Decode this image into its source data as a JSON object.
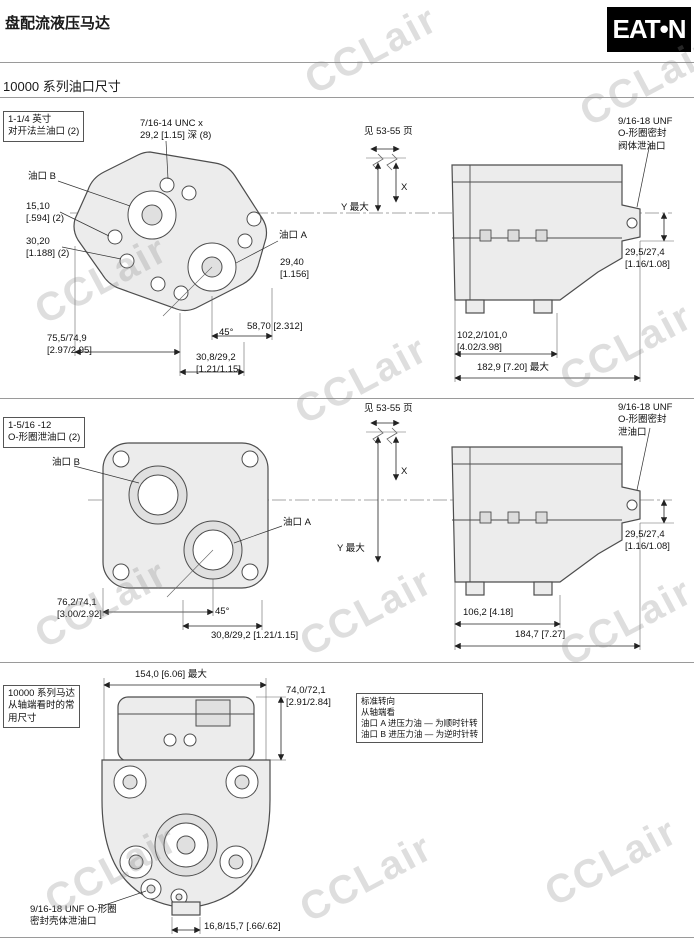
{
  "header": {
    "title": "盘配流液压马达",
    "logo": "EAT•N"
  },
  "section_title": "10000 系列油口尺寸",
  "watermark": "CCLair",
  "s1": {
    "callout": "1-1/4 英寸\n对开法兰油口 (2)",
    "unc_note": "7/16-14 UNC x\n29,2 [1.15] 深 (8)",
    "see_pages": "见 53-55 页",
    "drain_note": "9/16-18 UNF\nO-形圈密封\n阀体泄油口",
    "port_b": "油口 B",
    "dim_15_10": "15,10\n[.594] (2)",
    "dim_30_20": "30,20\n[1.188] (2)",
    "port_a": "油口 A",
    "dim_29_40": "29,40\n[1.156]",
    "x_label": "X",
    "y_max": "Y 最大",
    "angle_45": "45°",
    "dim_58_70": "58,70 [2.312]",
    "dim_75_5": "75,5/74,9\n[2.97/2.95]",
    "dim_30_8": "30,8/29,2\n[1.21/1.15]",
    "dim_29_5": "29,5/27,4\n[1.16/1.08]",
    "dim_102_2": "102,2/101,0\n[4.02/3.98]",
    "dim_182_9": "182,9 [7.20] 最大"
  },
  "s2": {
    "callout": "1-5/16 -12\nO-形圈泄油口 (2)",
    "see_pages": "见 53-55 页",
    "drain_note": "9/16-18 UNF\nO-形圈密封\n泄油口",
    "port_b": "油口 B",
    "port_a": "油口 A",
    "x_label": "X",
    "y_max": "Y 最大",
    "dim_76_2": "76,2/74,1\n[3.00/2.92]",
    "angle_45": "45°",
    "dim_30_8": "30,8/29,2 [1.21/1.15]",
    "dim_29_5": "29,5/27,4\n[1.16/1.08]",
    "dim_106_2": "106,2 [4.18]",
    "dim_184_7": "184,7 [7.27]"
  },
  "s3": {
    "callout": "10000 系列马达\n从轴端看时的常\n用尺寸",
    "dim_154_0": "154,0 [6.06] 最大",
    "dim_74_0": "74,0/72,1\n[2.91/2.84]",
    "rotation_note": "标准转向\n从轴端看\n油口 A 进压力油 — 为顺时针转\n油口 B 进压力油 — 为逆时针转",
    "drain_note": "9/16-18 UNF O-形圈\n密封壳体泄油口",
    "dim_16_8": "16,8/15,7 [.66/.62]"
  }
}
